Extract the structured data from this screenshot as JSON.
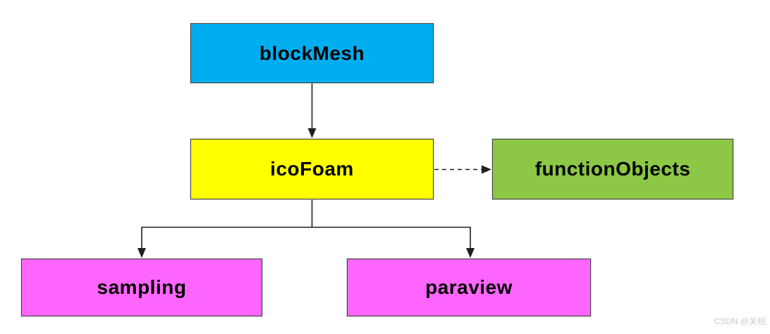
{
  "diagram": {
    "type": "flowchart",
    "nodes": [
      {
        "id": "blockMesh",
        "label": "blockMesh",
        "fill": "#00AEEF"
      },
      {
        "id": "icoFoam",
        "label": "icoFoam",
        "fill": "#FFFF00"
      },
      {
        "id": "functionObjects",
        "label": "functionObjects",
        "fill": "#8CC845"
      },
      {
        "id": "sampling",
        "label": "sampling",
        "fill": "#FF66FF"
      },
      {
        "id": "paraview",
        "label": "paraview",
        "fill": "#FF66FF"
      }
    ],
    "edges": [
      {
        "from": "blockMesh",
        "to": "icoFoam",
        "line": "solid",
        "arrow": true
      },
      {
        "from": "icoFoam",
        "to": "functionObjects",
        "line": "dashed",
        "arrow": true
      },
      {
        "from": "icoFoam",
        "to": "sampling",
        "line": "solid",
        "arrow": true
      },
      {
        "from": "icoFoam",
        "to": "paraview",
        "line": "solid",
        "arrow": true
      }
    ],
    "line_color": "#1f1f1f",
    "node_border_color": "#3f3f3f",
    "text_color": "#000000"
  },
  "watermark": {
    "text": "CSDN @关毡",
    "color": "#c9c9c9"
  }
}
